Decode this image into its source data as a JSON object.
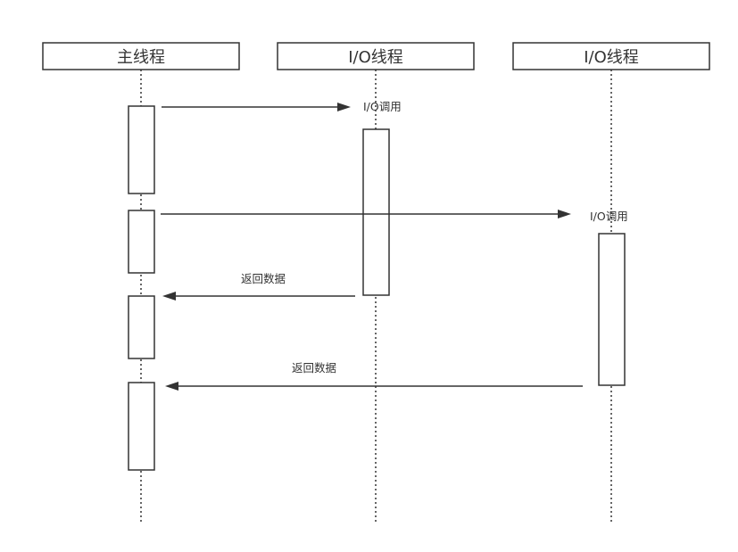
{
  "lifelines": [
    {
      "id": "main",
      "title": "主线程"
    },
    {
      "id": "io1",
      "title": "I/O线程"
    },
    {
      "id": "io2",
      "title": "I/O线程"
    }
  ],
  "messages": [
    {
      "id": "msg-1",
      "from": "main",
      "to": "io1",
      "label": "I/O调用"
    },
    {
      "id": "msg-2",
      "from": "main",
      "to": "io2",
      "label": "I/O调用"
    },
    {
      "id": "msg-3",
      "from": "io1",
      "to": "main",
      "label": "返回数据"
    },
    {
      "id": "msg-4",
      "from": "io2",
      "to": "main",
      "label": "返回数据"
    }
  ],
  "colors": {
    "stroke": "#333333",
    "background": "#ffffff"
  }
}
